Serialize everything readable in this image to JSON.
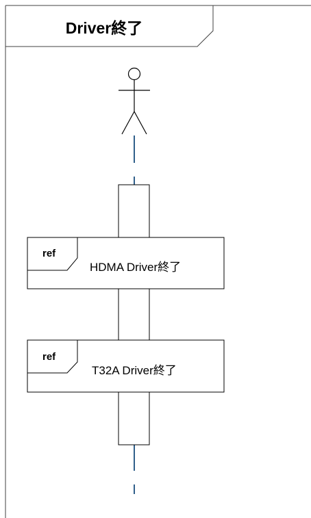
{
  "frame": {
    "title": "Driver終了"
  },
  "fragments": [
    {
      "tag": "ref",
      "text": "HDMA Driver終了"
    },
    {
      "tag": "ref",
      "text": "T32A Driver終了"
    }
  ],
  "colors": {
    "frame_border": "#404040",
    "lifeline": "#2f5f8a",
    "activation": "#000000"
  }
}
